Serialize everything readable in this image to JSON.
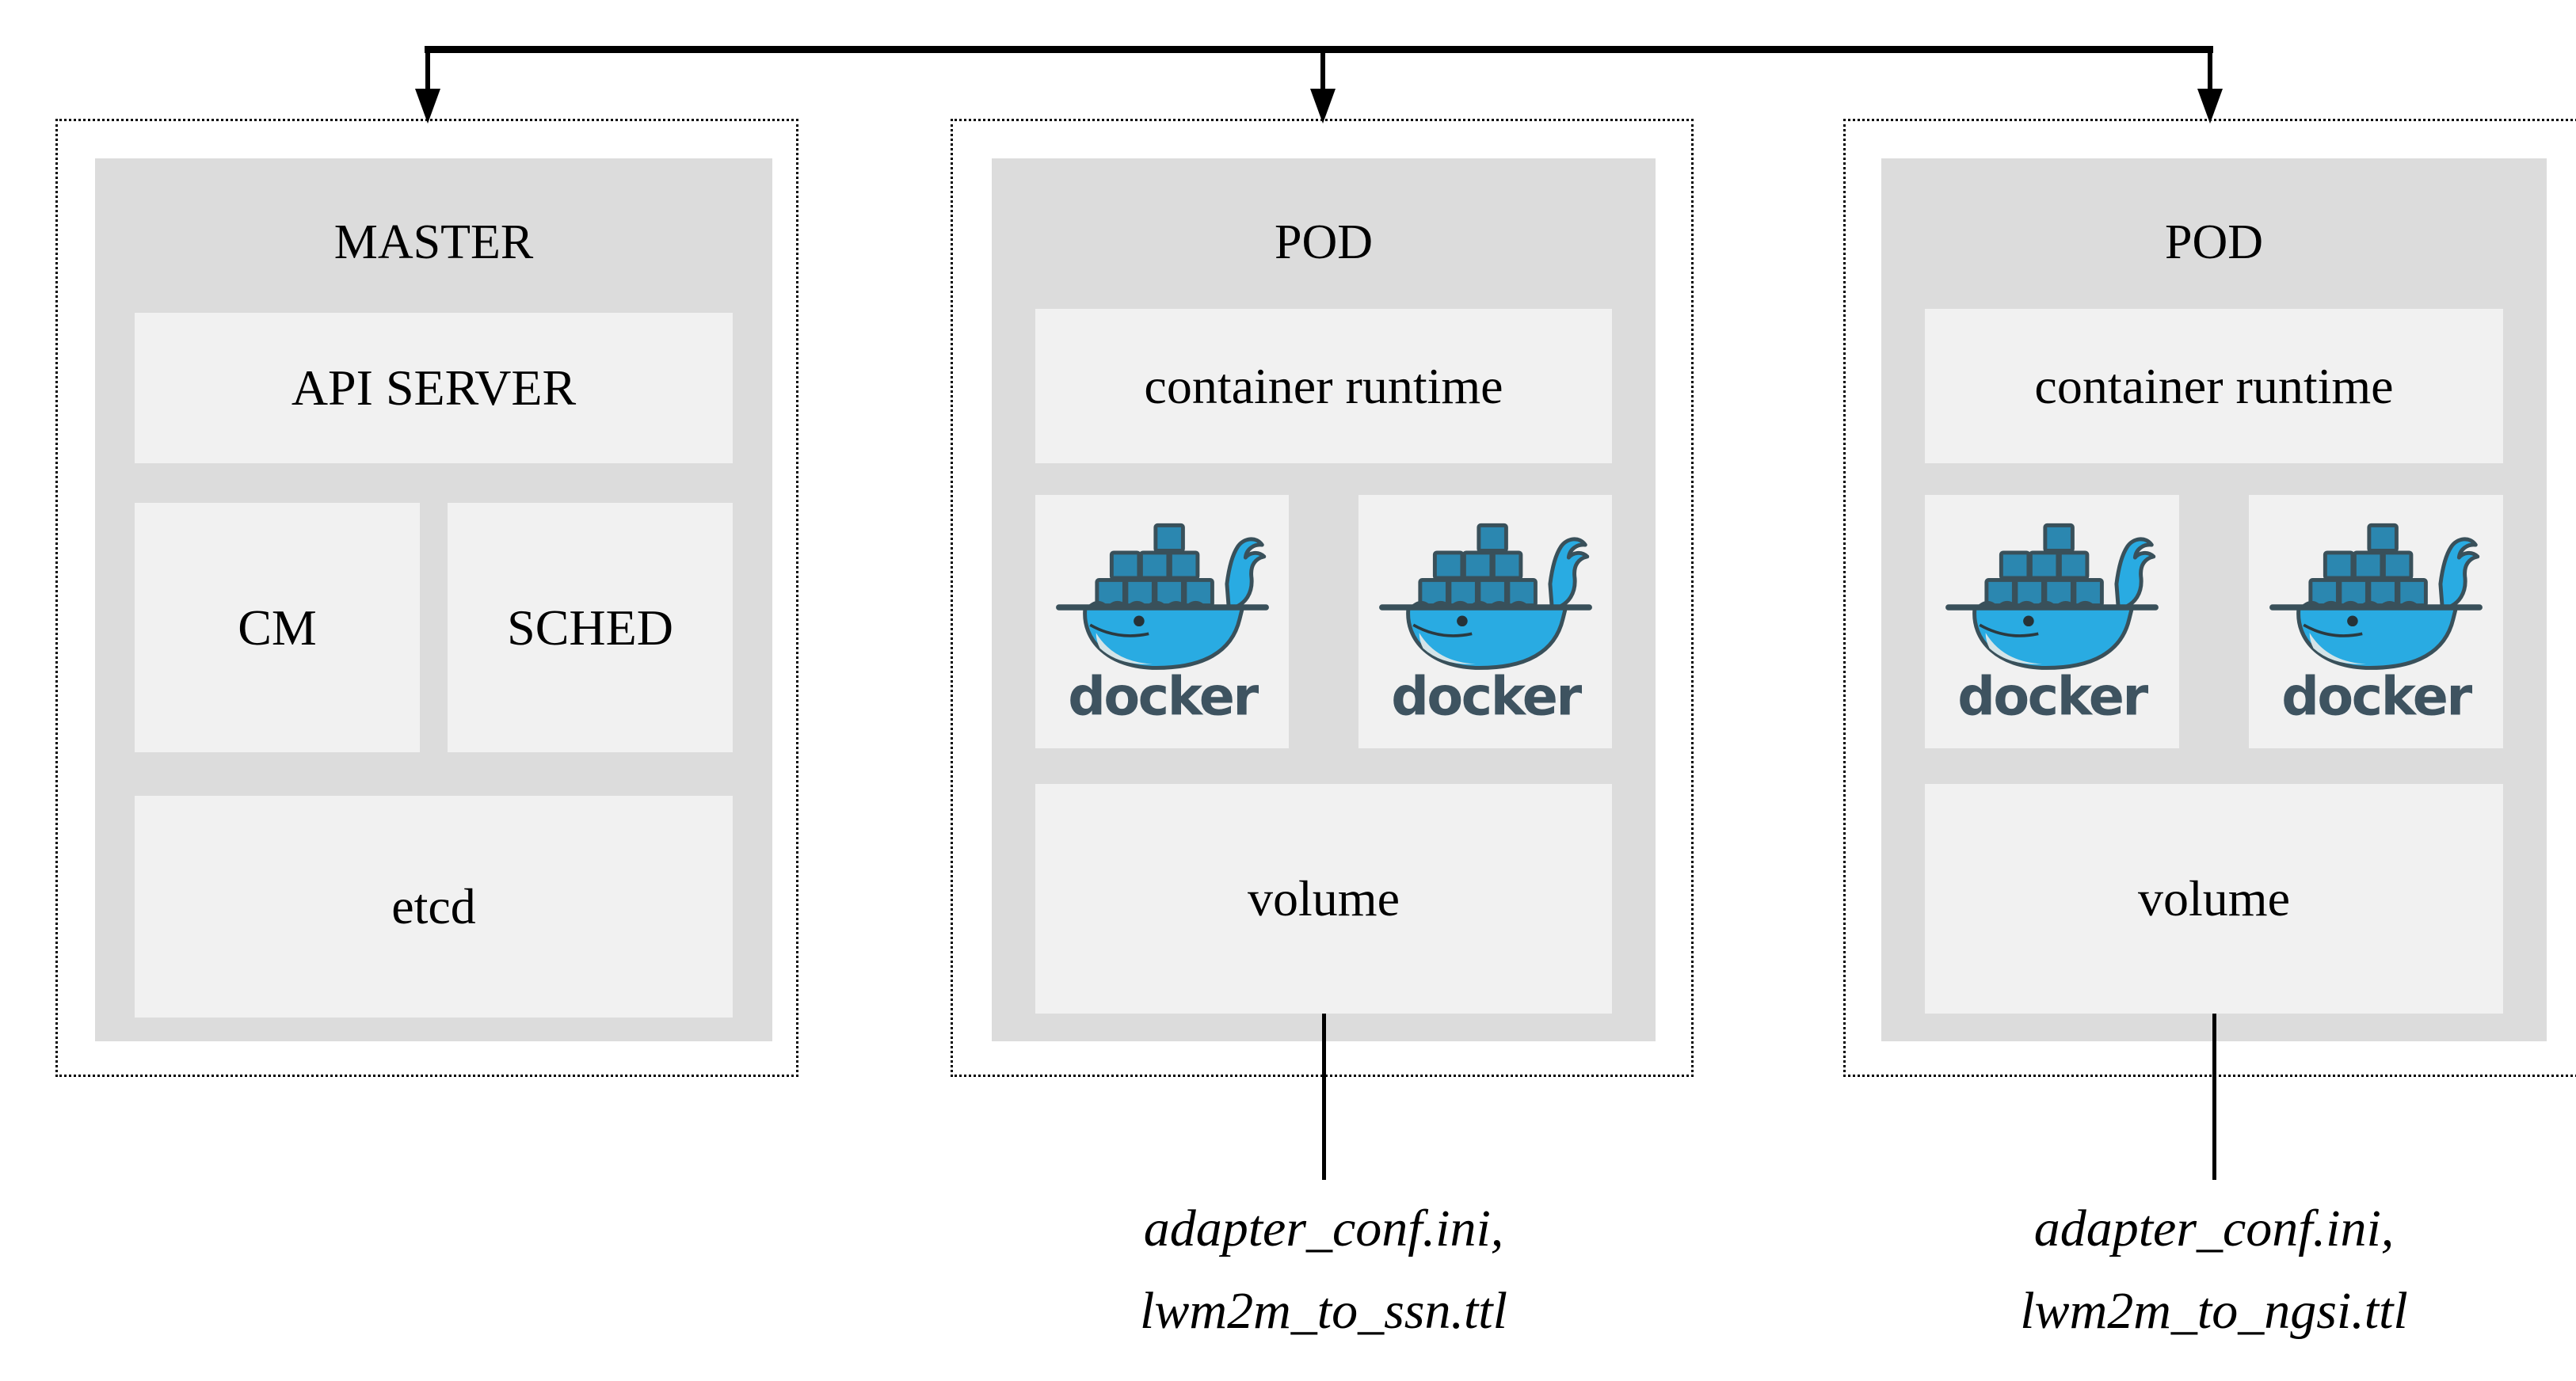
{
  "diagram": {
    "kind": "kubernetes-deployment-diagram",
    "colors": {
      "panel_fill": "#dcdcdc",
      "inner_fill": "#f1f1f1",
      "line_color": "#000000",
      "docker_blue": "#29abe2",
      "docker_container_blue": "#2b87b0",
      "docker_outline": "#39505a",
      "docker_wordmark_color": "#3e5360"
    }
  },
  "master": {
    "title": "MASTER",
    "api_server": "API SERVER",
    "cm": "CM",
    "sched": "SCHED",
    "etcd": "etcd"
  },
  "pod_left": {
    "title": "POD",
    "container_runtime": "container runtime",
    "docker_wordmark": "docker",
    "volume": "volume",
    "files": [
      "adapter_conf.ini,",
      "lwm2m_to_ssn.ttl"
    ]
  },
  "pod_right": {
    "title": "POD",
    "container_runtime": "container runtime",
    "docker_wordmark": "docker",
    "volume": "volume",
    "files": [
      "adapter_conf.ini,",
      "lwm2m_to_ngsi.ttl"
    ]
  }
}
